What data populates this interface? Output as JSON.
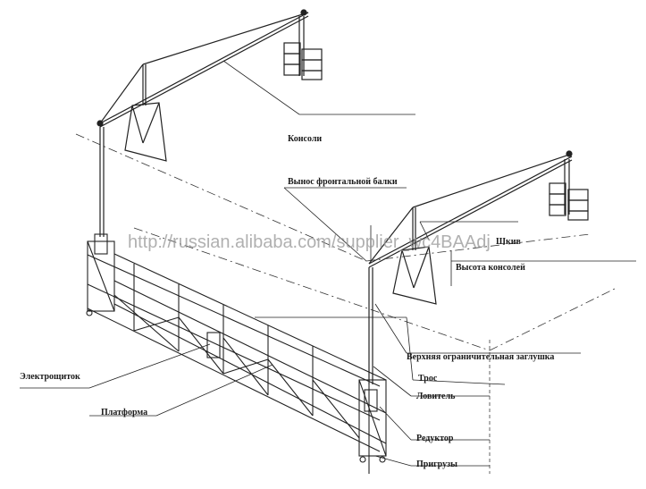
{
  "labels": {
    "consoles": "Консоли",
    "front_beam": "Вынос фронтальной балки",
    "pulley": "Шкив",
    "console_height": "Высота консолей",
    "upper_stop": "Верхняя ограничительная заглушка",
    "rope": "Трос",
    "catcher": "Ловитель",
    "reducer": "Редуктор",
    "counterweights": "Пригрузы",
    "electric_panel": "Электрощиток",
    "platform": "Платформа"
  },
  "watermark": "http://russian.alibaba.com/supplier_wc4BAAdj"
}
